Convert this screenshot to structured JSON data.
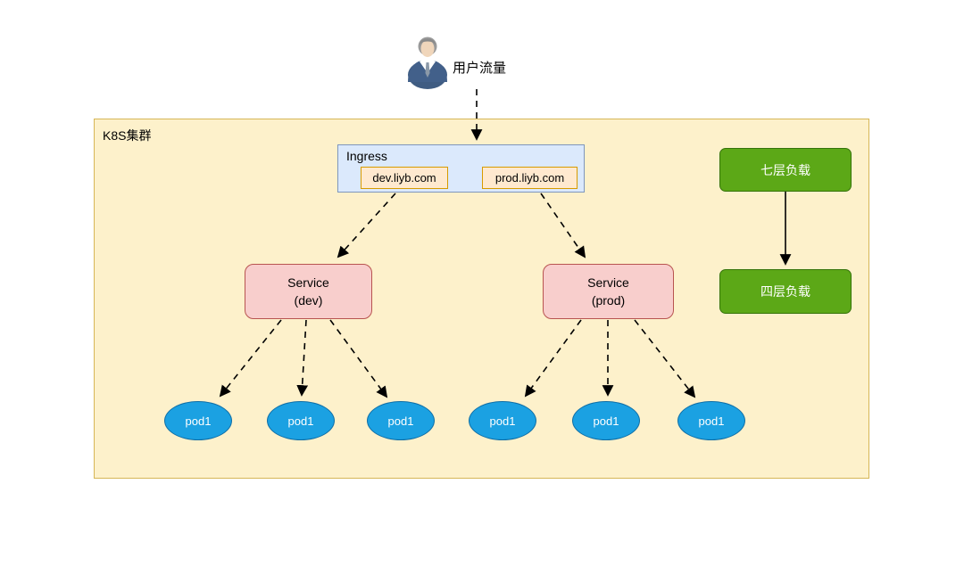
{
  "user": {
    "label": "用户流量"
  },
  "cluster": {
    "label": "K8S集群"
  },
  "ingress": {
    "title": "Ingress",
    "domains": [
      "dev.liyb.com",
      "prod.liyb.com"
    ]
  },
  "services": [
    {
      "name": "Service",
      "env": "(dev)"
    },
    {
      "name": "Service",
      "env": "(prod)"
    }
  ],
  "pods": [
    "pod1",
    "pod1",
    "pod1",
    "pod1",
    "pod1",
    "pod1"
  ],
  "load_balancers": [
    "七层负载",
    "四层负载"
  ],
  "colors": {
    "cluster_fill": "#fdf1cb",
    "cluster_border": "#d6b656",
    "ingress_fill": "#dbe9fc",
    "ingress_border": "#7e96bd",
    "domain_fill": "#ffe9cf",
    "domain_border": "#d79b00",
    "service_fill": "#f8cecc",
    "service_border": "#b85450",
    "pod_fill": "#1ba1e2",
    "pod_border": "#0f6ea6",
    "lb_fill": "#5ca817",
    "lb_border": "#35730a",
    "arrow": "#000000"
  }
}
